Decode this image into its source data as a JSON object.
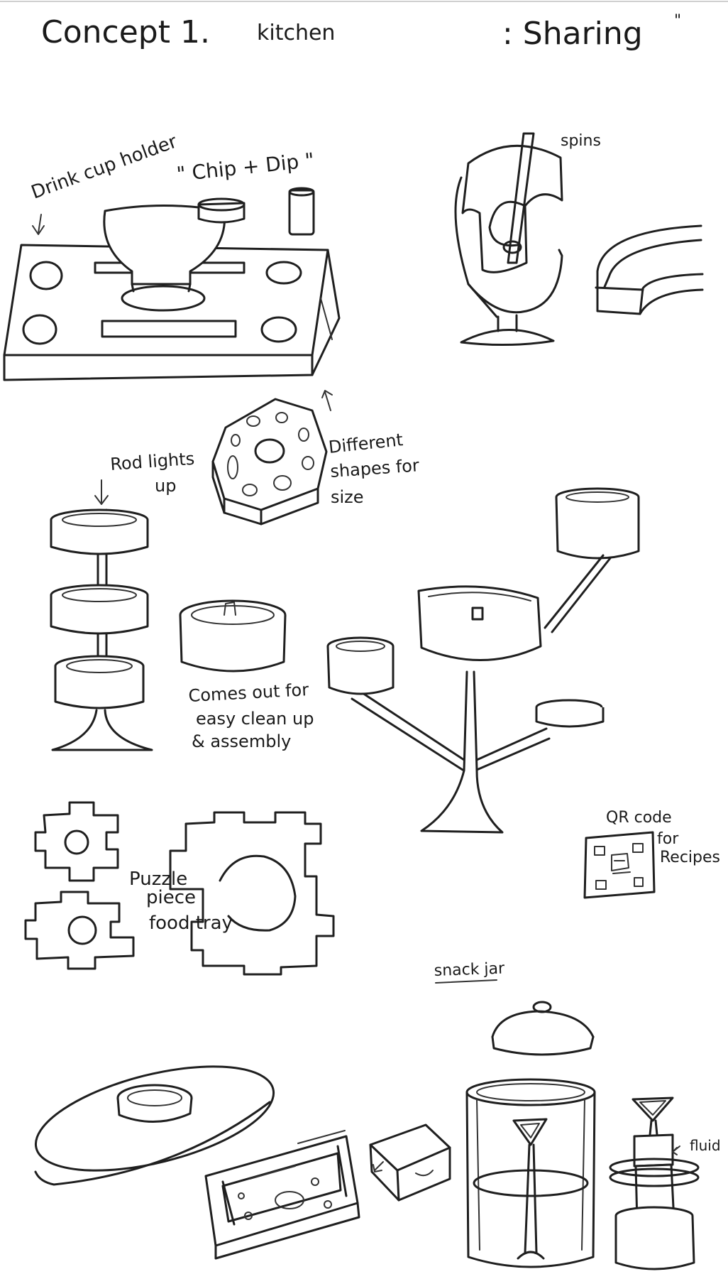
{
  "header": {
    "title": "Concept 1.",
    "room": "kitchen",
    "theme": ": Sharing",
    "quote_mark": "\""
  },
  "labels": {
    "drink_cup_holder": "Drink cup holder",
    "chip_dip": "\" Chip + Dip \"",
    "spins": "spins",
    "rod_lights": "Rod lights",
    "rod_lights_2": "up",
    "different_shapes_1": "Different",
    "different_shapes_2": "shapes for",
    "different_shapes_3": "size",
    "comes_out_1": "Comes out for",
    "comes_out_2": "easy clean up",
    "comes_out_3": "& assembly",
    "qr_code": "QR code",
    "for": "for",
    "recipes": "Recipes",
    "puzzle_1": "Puzzle",
    "puzzle_2": "piece",
    "puzzle_3": "food tray",
    "snack_jar": "snack jar",
    "fluid": "fluid"
  }
}
